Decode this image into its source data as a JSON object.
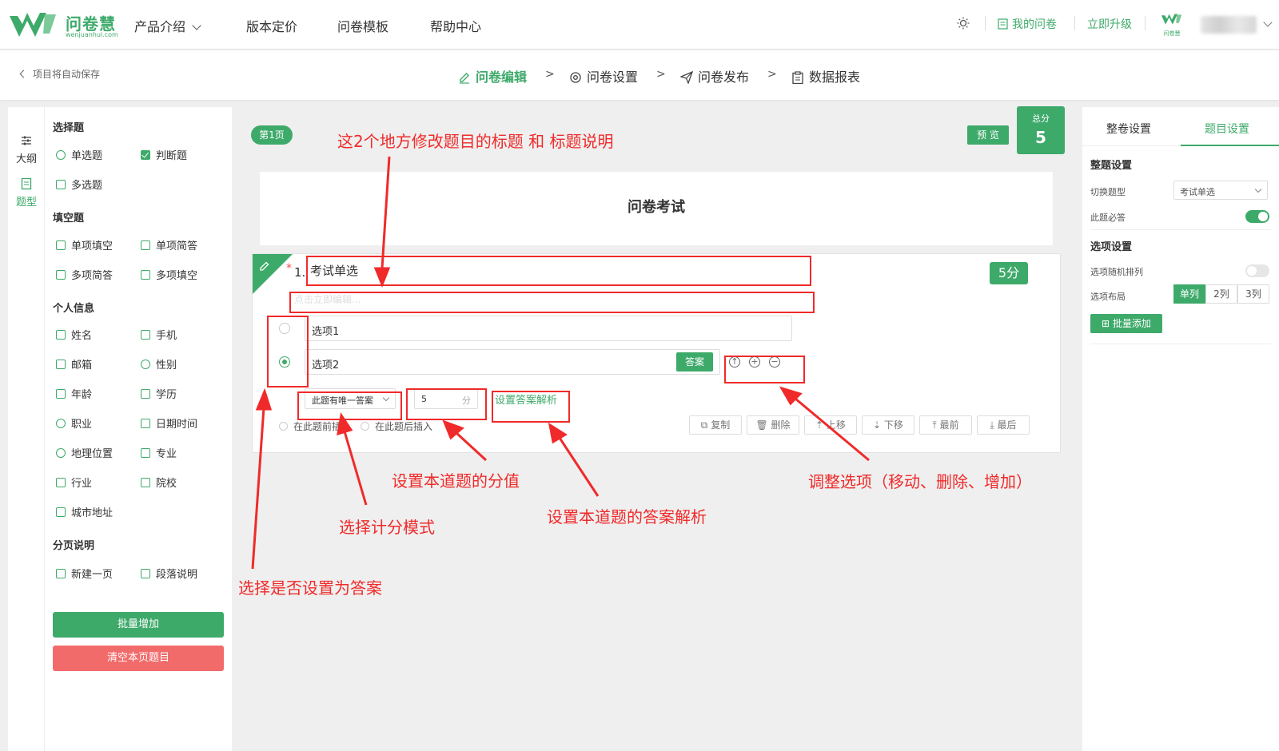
{
  "brand": {
    "name": "问卷慧",
    "domain": "wenjuanhui.com",
    "mini_label": "问卷慧",
    "color": "#3eaa6a"
  },
  "topnav": {
    "product_intro": "产品介绍",
    "pricing": "版本定价",
    "templates": "问卷模板",
    "help": "帮助中心",
    "my_surveys": "我的问卷",
    "upgrade": "立即升级"
  },
  "subbar": {
    "autosave": "项目将自动保存",
    "steps": [
      "问卷编辑",
      "问卷设置",
      "问卷发布",
      "数据报表"
    ],
    "separator": ">"
  },
  "iconbar": {
    "outline": "大纲",
    "types": "题型"
  },
  "palette": {
    "groups": {
      "choice": "选择题",
      "fill": "填空题",
      "personal": "个人信息",
      "paging": "分页说明"
    },
    "items": {
      "single_choice": "单选题",
      "judge": "判断题",
      "multi_choice": "多选题",
      "single_fill": "单项填空",
      "single_short": "单项简答",
      "multi_short": "多项简答",
      "multi_fill": "多项填空",
      "name": "姓名",
      "phone": "手机",
      "email": "邮箱",
      "gender": "性别",
      "age": "年龄",
      "education": "学历",
      "job": "职业",
      "datetime": "日期时间",
      "location": "地理位置",
      "major": "专业",
      "industry": "行业",
      "school": "院校",
      "city": "城市地址",
      "new_page": "新建一页",
      "paragraph": "段落说明"
    },
    "batch_add": "批量增加",
    "clear_page": "清空本页题目"
  },
  "editor": {
    "page_badge": "第1页",
    "preview": "预 览",
    "total_label": "总分",
    "total_value": "5",
    "survey_title": "问卷考试",
    "question": {
      "required_mark": "*",
      "number": "1.",
      "title": "考试单选",
      "desc_placeholder": "点击立即编辑...",
      "score_badge": "5分",
      "options": [
        "选项1",
        "选项2"
      ],
      "answer_btn": "答案",
      "scoring_mode": "此题有唯一答案",
      "score_value": "5",
      "score_unit": "分",
      "analysis": "设置答案解析",
      "insert_before": "在此题前插入",
      "insert_after": "在此题后插入",
      "ops": [
        "复制",
        "删除",
        "上移",
        "下移",
        "最前",
        "最后"
      ]
    }
  },
  "rpanel": {
    "tabs": [
      "整卷设置",
      "题目设置"
    ],
    "whole_title": "整题设置",
    "switch_type": "切换题型",
    "switch_type_value": "考试单选",
    "required": "此题必答",
    "option_title": "选项设置",
    "random_order": "选项随机排列",
    "layout": "选项布局",
    "layout_options": [
      "单列",
      "2列",
      "3列"
    ],
    "batch_add": "批量添加"
  },
  "annotations": {
    "title_tip": "这2个地方修改题目的标题 和 标题说明",
    "answer_tip": "选择是否设置为答案",
    "mode_tip": "选择计分模式",
    "score_tip": "设置本道题的分值",
    "analysis_tip": "设置本道题的答案解析",
    "adjust_tip": "调整选项（移动、删除、增加）",
    "color": "#f02a2a"
  }
}
